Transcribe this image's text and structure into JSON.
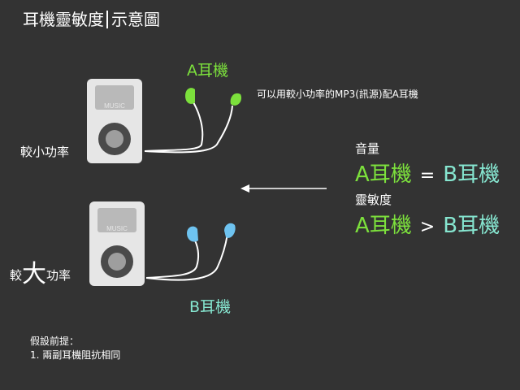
{
  "title": {
    "main": "耳機靈敏度",
    "sub": "示意圖"
  },
  "labels": {
    "earphone_a": "A耳機",
    "earphone_b": "B耳機",
    "note_top": "可以用較小功率的MP3(訊源)配A耳機",
    "small_power": "較小功率",
    "big_power_pre": "較",
    "big_power_big": "大",
    "big_power_post": "功率",
    "player_screen_text": "MUSIC"
  },
  "comparison": {
    "volume_label": "音量",
    "volume_left": "A耳機",
    "volume_op": "=",
    "volume_right": "B耳機",
    "sensitivity_label": "靈敏度",
    "sensitivity_left": "A耳機",
    "sensitivity_op": ">",
    "sensitivity_right": "B耳機"
  },
  "assumptions": {
    "heading": "假設前提：",
    "item_1": "1. 兩副耳機阻抗相同"
  },
  "colors": {
    "background": "#333333",
    "earphone_a": "#7CE03C",
    "earphone_b": "#6EC3F0",
    "text_b": "#86E6D0",
    "player_body": "#E6E6E6",
    "player_screen": "#B9B9B9",
    "wheel_outer": "#4A4A4A",
    "wheel_inner": "#9E9E9E"
  },
  "icons": {
    "player": "mp3-player-icon",
    "earbud": "earbud-icon",
    "arrow": "left-arrow-icon"
  }
}
